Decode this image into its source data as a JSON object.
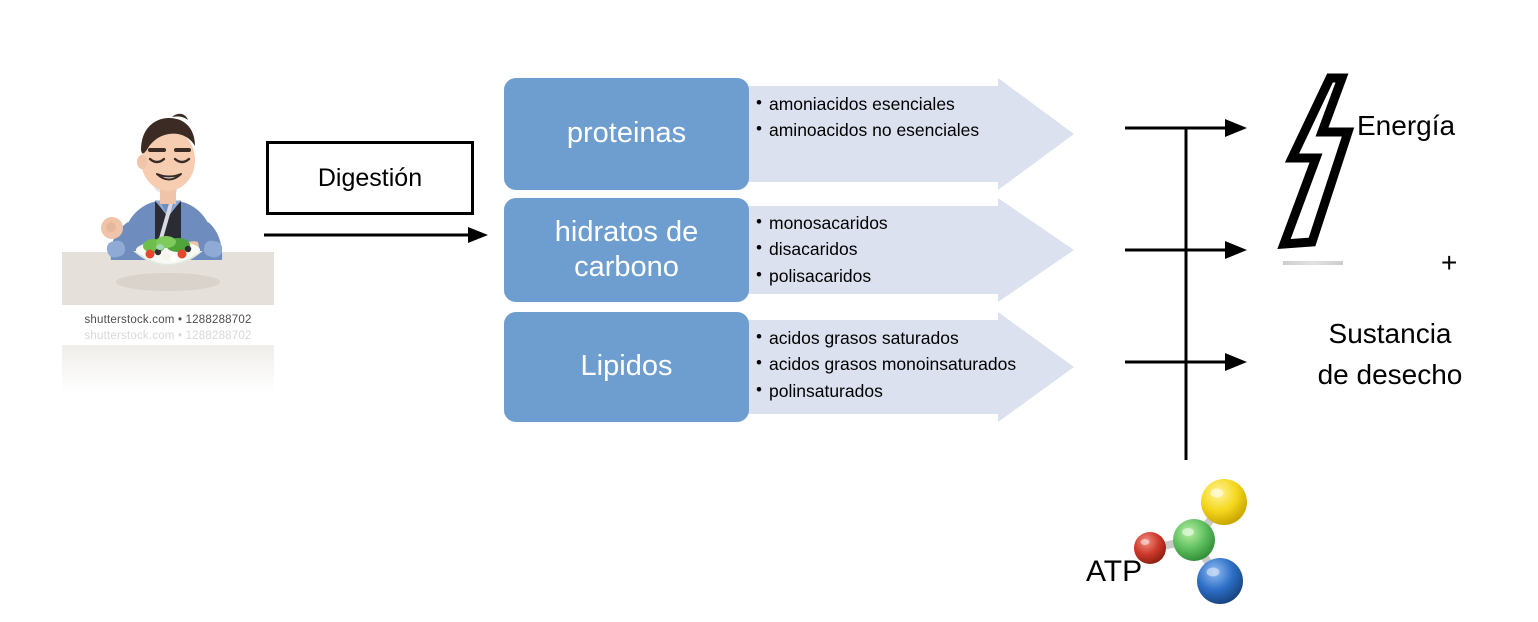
{
  "diagram": {
    "title_absent": true,
    "source_image": {
      "credit": "shutterstock.com • 1288288702",
      "credit_ghost": "shutterstock.com • 1288288702",
      "alt_name": "man-eating-salad-illustration"
    },
    "process": {
      "label": "Digestión"
    },
    "nutrients": [
      {
        "key": "proteins",
        "label": "proteinas",
        "bullets": [
          "amoniacidos esenciales",
          "aminoacidos no esenciales"
        ]
      },
      {
        "key": "carbohydrates",
        "label": "hidratos de carbono",
        "bullets": [
          "monosacaridos",
          "disacaridos",
          "polisacaridos"
        ]
      },
      {
        "key": "lipids",
        "label": "Lipidos",
        "bullets": [
          "acidos grasos saturados",
          "acidos grasos monoinsaturados",
          "polinsaturados"
        ]
      }
    ],
    "outputs": {
      "energy_label": "Energía",
      "plus": "+",
      "waste_line1": "Sustancia",
      "waste_line2": "de desecho",
      "atp_label": "ATP"
    },
    "icons": {
      "energy": "lightning-bolt-icon",
      "atp": "atp-molecule-icon",
      "process_arrow": "right-arrow-icon"
    },
    "colors": {
      "nutrient_box": "#6E9ECF",
      "nutrient_arrow": "#DCE1EF",
      "line": "#000000",
      "text": "#000000",
      "label_text": "#FFFFFF",
      "atp_center": "#5FBF5F",
      "atp_top": "#F5D71E",
      "atp_left": "#CE3A2B",
      "atp_bottom": "#2D6FC7"
    }
  }
}
